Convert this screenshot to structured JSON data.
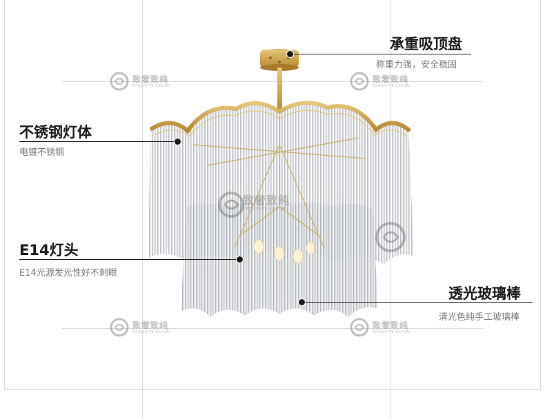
{
  "watermark": {
    "cn": "致奢致纯",
    "en": "EXQUISITE LUXURY"
  },
  "annotations": [
    {
      "title": "承重吸顶盘",
      "subtitle": "称重力强，安全稳固"
    },
    {
      "title": "不锈钢灯体",
      "subtitle": "电镀不锈钢"
    },
    {
      "title": "E14灯头",
      "subtitle": "E14光源发光性好不刺眼"
    },
    {
      "title": "透光玻璃棒",
      "subtitle": "清光色纯手工玻璃棒"
    }
  ],
  "colors": {
    "gold": "#c9a24a",
    "glass": "#c8ccd0",
    "text": "#1a1a1a",
    "subtext": "#7a7a7a"
  }
}
